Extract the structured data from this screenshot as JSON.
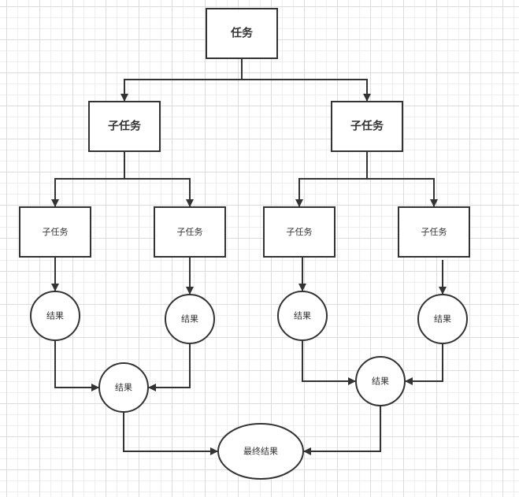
{
  "diagram": {
    "type": "flowchart",
    "colors": {
      "stroke": "#333333",
      "fill": "#ffffff",
      "text": "#333333",
      "grid": "#e6e6e6"
    },
    "nodes": [
      {
        "id": "task",
        "label": "任务",
        "shape": "rect",
        "emphasis": "bold"
      },
      {
        "id": "sub_l",
        "label": "子任务",
        "shape": "rect",
        "emphasis": "bold"
      },
      {
        "id": "sub_r",
        "label": "子任务",
        "shape": "rect",
        "emphasis": "bold"
      },
      {
        "id": "sub_ll",
        "label": "子任务",
        "shape": "rect",
        "emphasis": "normal"
      },
      {
        "id": "sub_lr",
        "label": "子任务",
        "shape": "rect",
        "emphasis": "normal"
      },
      {
        "id": "sub_rl",
        "label": "子任务",
        "shape": "rect",
        "emphasis": "normal"
      },
      {
        "id": "sub_rr",
        "label": "子任务",
        "shape": "rect",
        "emphasis": "normal"
      },
      {
        "id": "res_ll",
        "label": "结果",
        "shape": "circle",
        "emphasis": "normal"
      },
      {
        "id": "res_lr",
        "label": "结果",
        "shape": "circle",
        "emphasis": "normal"
      },
      {
        "id": "res_rl",
        "label": "结果",
        "shape": "circle",
        "emphasis": "normal"
      },
      {
        "id": "res_rr",
        "label": "结果",
        "shape": "circle",
        "emphasis": "normal"
      },
      {
        "id": "res_l",
        "label": "结果",
        "shape": "circle",
        "emphasis": "normal"
      },
      {
        "id": "res_r",
        "label": "结果",
        "shape": "circle",
        "emphasis": "normal"
      },
      {
        "id": "final",
        "label": "最终结果",
        "shape": "ellipse",
        "emphasis": "normal"
      }
    ],
    "edges": [
      {
        "from": "task",
        "to": "sub_l"
      },
      {
        "from": "task",
        "to": "sub_r"
      },
      {
        "from": "sub_l",
        "to": "sub_ll"
      },
      {
        "from": "sub_l",
        "to": "sub_lr"
      },
      {
        "from": "sub_r",
        "to": "sub_rl"
      },
      {
        "from": "sub_r",
        "to": "sub_rr"
      },
      {
        "from": "sub_ll",
        "to": "res_ll"
      },
      {
        "from": "sub_lr",
        "to": "res_lr"
      },
      {
        "from": "sub_rl",
        "to": "res_rl"
      },
      {
        "from": "sub_rr",
        "to": "res_rr"
      },
      {
        "from": "res_ll",
        "to": "res_l"
      },
      {
        "from": "res_lr",
        "to": "res_l"
      },
      {
        "from": "res_rl",
        "to": "res_r"
      },
      {
        "from": "res_rr",
        "to": "res_r"
      },
      {
        "from": "res_l",
        "to": "final"
      },
      {
        "from": "res_r",
        "to": "final"
      }
    ]
  }
}
